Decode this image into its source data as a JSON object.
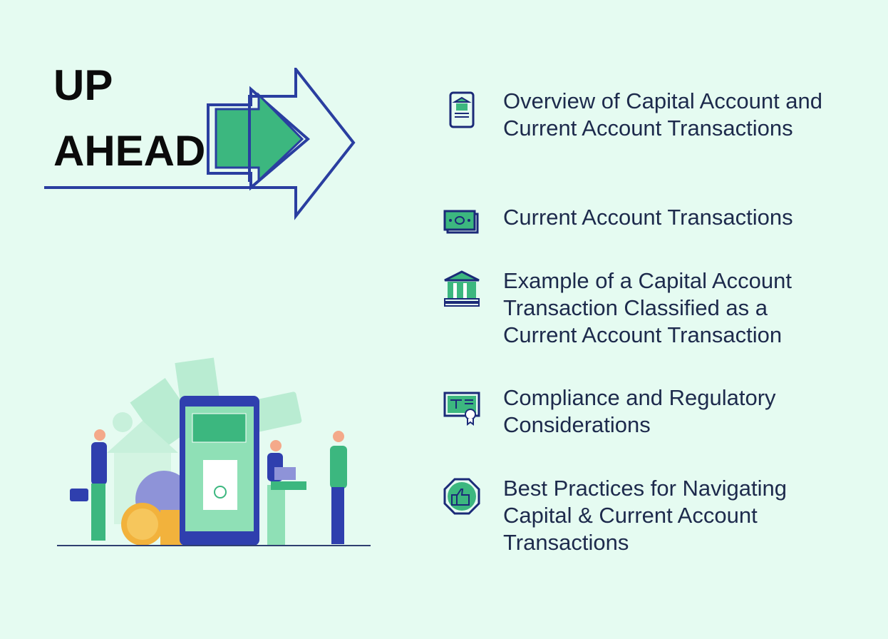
{
  "title": {
    "line1": "UP",
    "line2": "AHEAD"
  },
  "colors": {
    "background": "#e5fbf1",
    "accent_green": "#3cb77f",
    "navy": "#1b2a78",
    "text": "#1d2a4c"
  },
  "items": [
    {
      "icon": "mobile-bank-icon",
      "label": "Overview of Capital Account and Current Account Transactions"
    },
    {
      "icon": "banknote-icon",
      "label": "Current Account Transactions"
    },
    {
      "icon": "bank-building-icon",
      "label": "Example of a Capital Account Transaction Classified as a Current Account Transaction"
    },
    {
      "icon": "certificate-scale-icon",
      "label": "Compliance and Regulatory Considerations"
    },
    {
      "icon": "thumbs-up-icon",
      "label": "Best Practices for Navigating Capital & Current Account Transactions"
    }
  ]
}
